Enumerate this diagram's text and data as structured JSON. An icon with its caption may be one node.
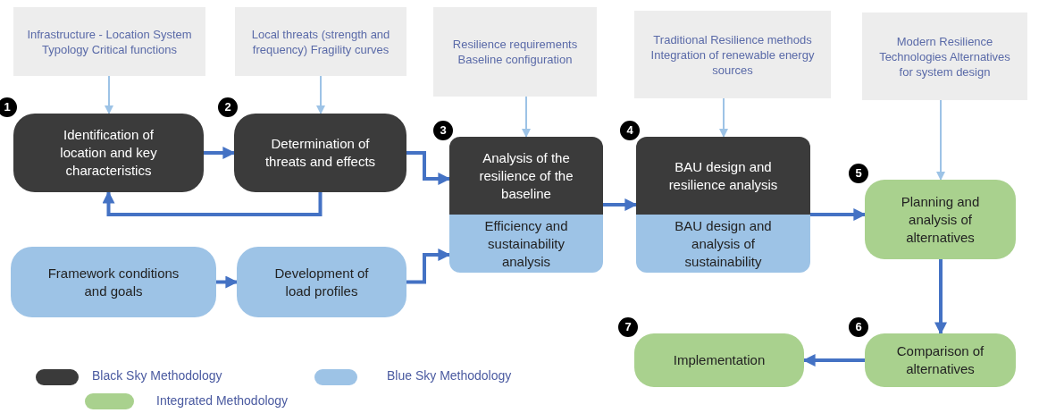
{
  "diagram": {
    "nodes": [
      {
        "text": [
          "Infrastructure - Location System Typology Critical functions"
        ]
      },
      {
        "text": [
          "Local threats (strength and frequency) Fragility curves"
        ]
      },
      {
        "text": [
          "Resilience requirements Baseline configuration"
        ]
      },
      {
        "text": [
          "Traditional Resilience methods Integration of renewable energy sources"
        ]
      },
      {
        "text": [
          "Modern Resilience Technologies Alternatives for system design"
        ]
      },
      {
        "text": [
          "Identification of location and key characteristics"
        ],
        "beside": [
          "1"
        ]
      },
      {
        "text": [
          "Determination of threats and effects"
        ],
        "beside": [
          "2"
        ]
      },
      {
        "text": [
          "Analysis of the resilience of the baseline",
          "Efficiency and sustainability analysis"
        ],
        "beside": [
          "3"
        ]
      },
      {
        "text": [
          "BAU design and resilience analysis",
          "BAU design and analysis of sustainability"
        ],
        "beside": [
          "4"
        ]
      },
      {
        "text": [
          "Planning and analysis of alternatives"
        ],
        "beside": [
          "5"
        ]
      },
      {
        "text": [
          "Framework conditions and goals"
        ]
      },
      {
        "text": [
          "Development of load profiles"
        ]
      },
      {
        "text": [
          "Comparison of alternatives"
        ],
        "beside": [
          "6"
        ]
      },
      {
        "text": [
          "Implementation"
        ],
        "beside": [
          "7"
        ]
      }
    ],
    "edges": [
      {
        "from": 0,
        "to": 5,
        "arrow": "to",
        "color": "#9dc3e6"
      },
      {
        "from": 1,
        "to": 6,
        "arrow": "to",
        "color": "#9dc3e6"
      },
      {
        "from": 2,
        "to": 7,
        "arrow": "to",
        "color": "#9dc3e6"
      },
      {
        "from": 3,
        "to": 8,
        "arrow": "to",
        "color": "#9dc3e6"
      },
      {
        "from": 4,
        "to": 9,
        "arrow": "to",
        "color": "#9dc3e6"
      },
      {
        "from": 5,
        "to": 6,
        "arrow": "to"
      },
      {
        "from": 6,
        "to": 5,
        "arrow": "to"
      },
      {
        "from": 6,
        "to": 7,
        "arrow": "to"
      },
      {
        "from": 10,
        "to": 11,
        "arrow": "to"
      },
      {
        "from": 11,
        "to": 7,
        "arrow": "to"
      },
      {
        "from": 7,
        "to": 8,
        "arrow": "to"
      },
      {
        "from": 8,
        "to": 9,
        "arrow": "to"
      },
      {
        "from": 9,
        "to": 12,
        "arrow": "to"
      },
      {
        "from": 12,
        "to": 13,
        "arrow": "to"
      }
    ],
    "legend": [
      {
        "text": "Black Sky Methodology",
        "color": "#3a3a3a"
      },
      {
        "text": "Blue Sky Methodology",
        "color": "#9dc3e6"
      },
      {
        "text": "Integrated Methodology",
        "color": "#a9d18e"
      }
    ]
  }
}
